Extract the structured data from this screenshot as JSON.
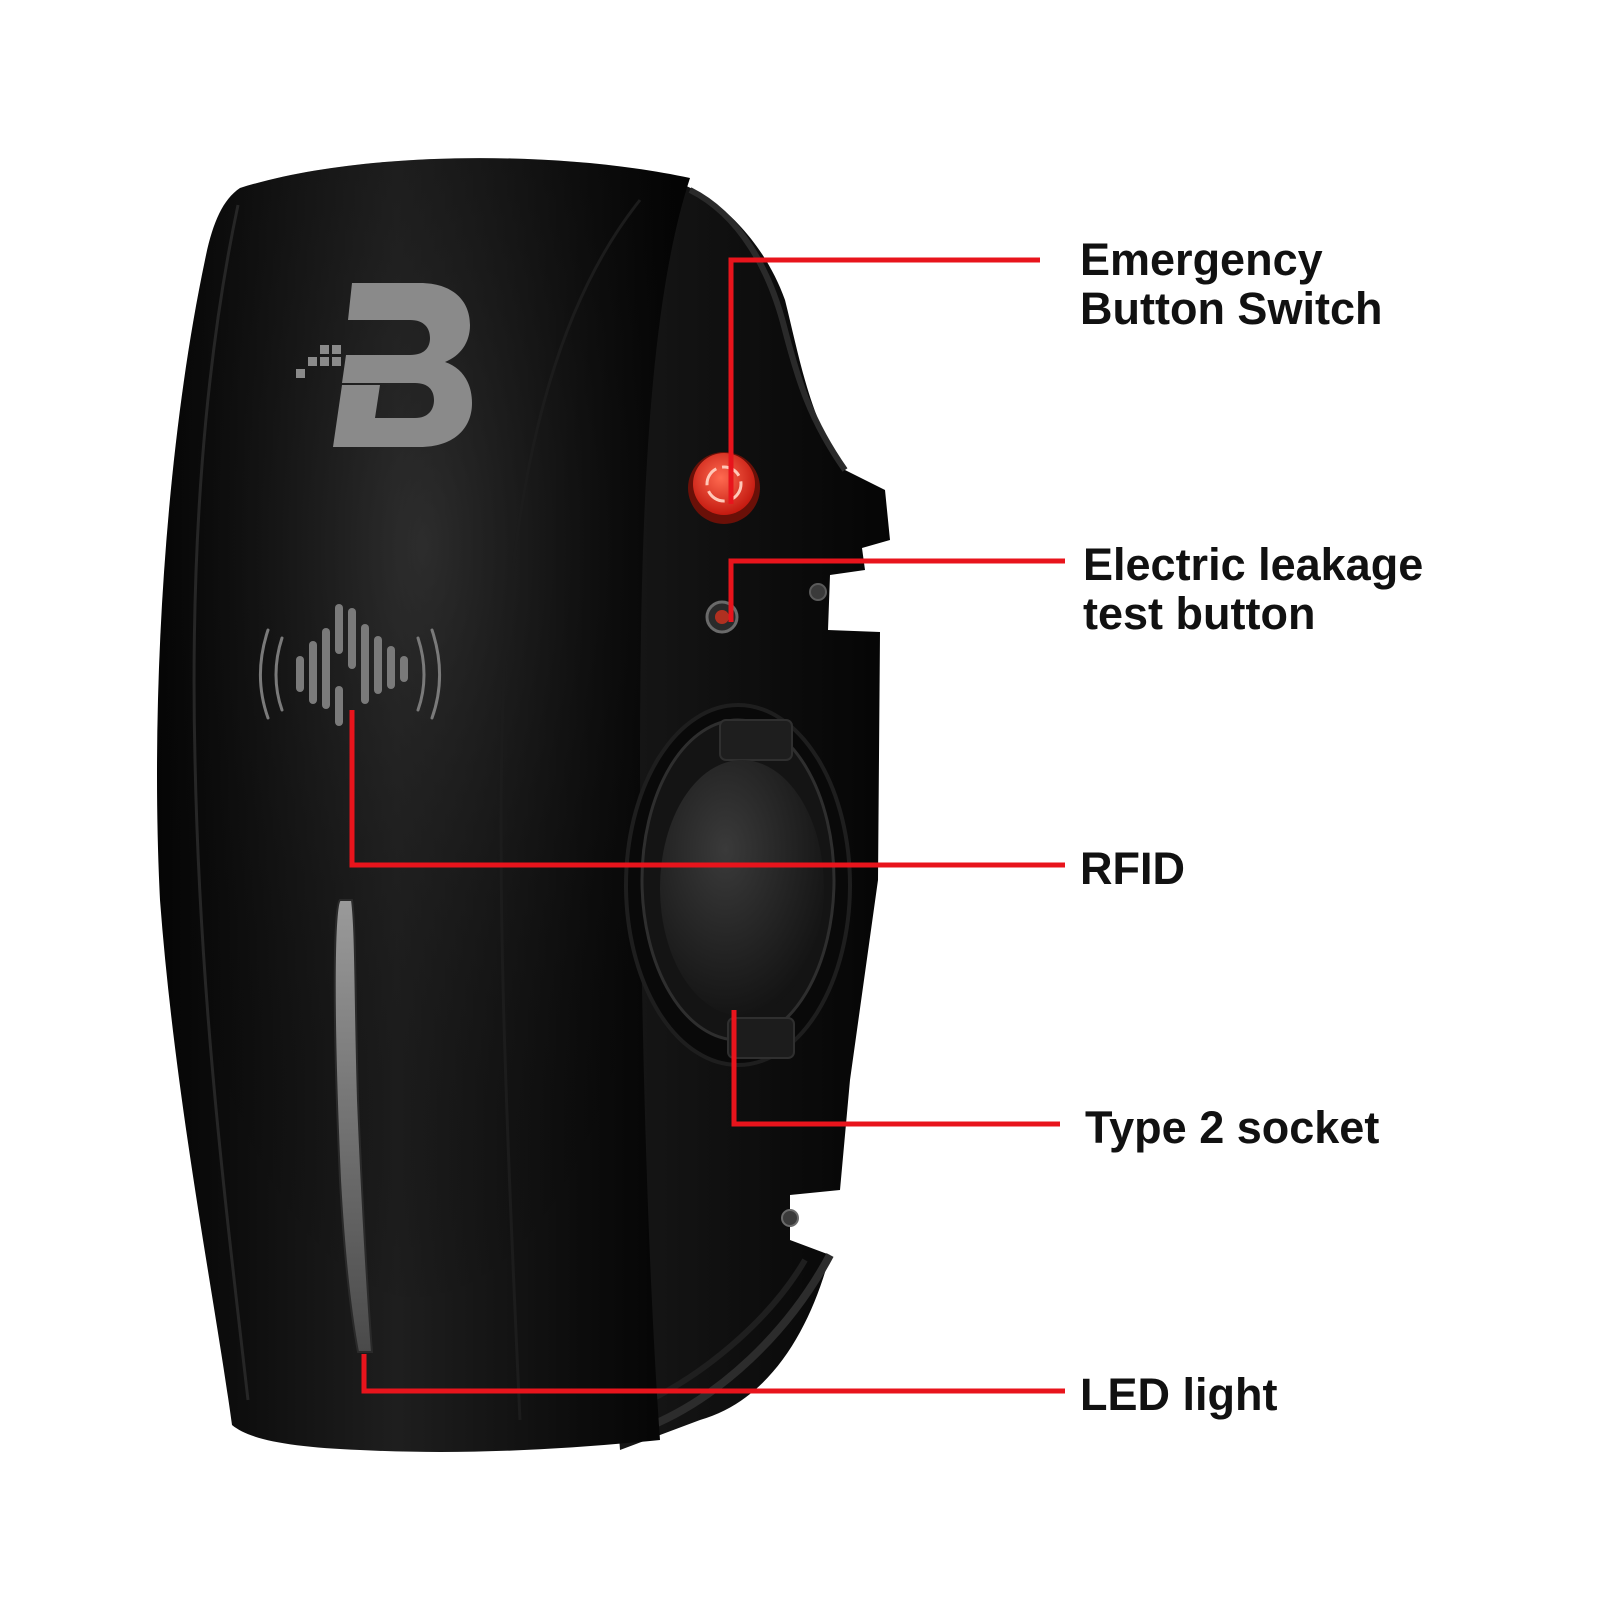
{
  "figure": {
    "background": "#ffffff",
    "leader_color": "#e8141c",
    "device_color": "#0d0d0d",
    "logo_color": "#8a8a8a",
    "button_color": "#e53020"
  },
  "labels": {
    "emergency": {
      "line1": "Emergency",
      "line2": "Button Switch"
    },
    "leakage": {
      "line1": "Electric leakage",
      "line2": "test button"
    },
    "rfid": {
      "line1": "RFID"
    },
    "socket": {
      "line1": "Type 2 socket"
    },
    "led": {
      "line1": "LED light"
    }
  },
  "icons": {
    "logo": "b-logo-icon",
    "rfid": "rfid-wave-icon",
    "emergency": "emergency-stop-button-icon",
    "leakage": "leakage-test-button-icon",
    "socket": "type2-socket-icon",
    "led": "led-strip-icon"
  }
}
